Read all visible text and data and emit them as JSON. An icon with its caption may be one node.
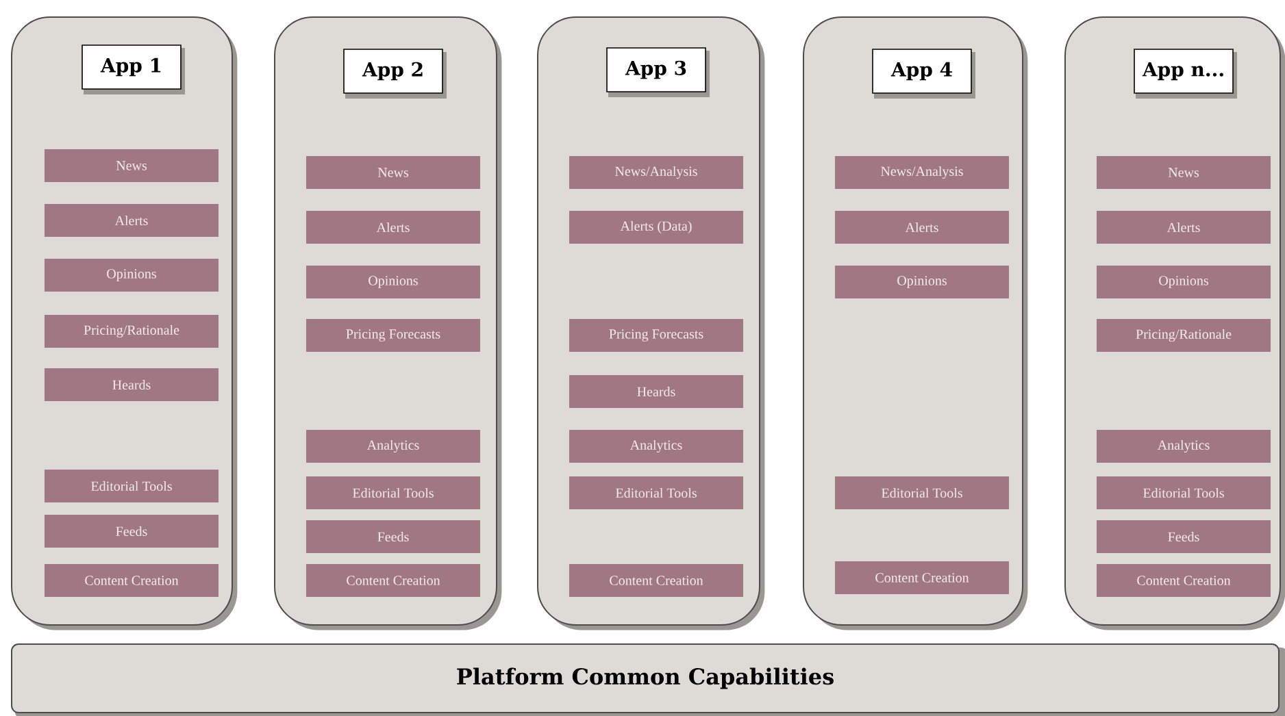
{
  "diagram": {
    "nodes": [
      {
        "text": [],
        "shape": "box"
      },
      {
        "text": [
          "App 1"
        ],
        "in": 0
      },
      {
        "text": [
          "News"
        ],
        "in": 0
      },
      {
        "text": [
          "Alerts"
        ],
        "in": 0
      },
      {
        "text": [
          "Opinions"
        ],
        "in": 0
      },
      {
        "text": [
          "Pricing/Rationale"
        ],
        "in": 0
      },
      {
        "text": [
          "Heards"
        ],
        "in": 0
      },
      {
        "text": [
          "Editorial Tools"
        ],
        "in": 0
      },
      {
        "text": [
          "Feeds"
        ],
        "in": 0
      },
      {
        "text": [
          "Content Creation"
        ],
        "in": 0
      },
      {
        "text": [],
        "shape": "box"
      },
      {
        "text": [
          "App 2"
        ],
        "in": 10
      },
      {
        "text": [
          "News"
        ],
        "in": 10
      },
      {
        "text": [
          "Alerts"
        ],
        "in": 10
      },
      {
        "text": [
          "Opinions"
        ],
        "in": 10
      },
      {
        "text": [
          "Pricing Forecasts"
        ],
        "in": 10
      },
      {
        "text": [
          "Analytics"
        ],
        "in": 10
      },
      {
        "text": [
          "Editorial Tools"
        ],
        "in": 10
      },
      {
        "text": [
          "Feeds"
        ],
        "in": 10
      },
      {
        "text": [
          "Content Creation"
        ],
        "in": 10
      },
      {
        "text": [],
        "shape": "box"
      },
      {
        "text": [
          "App 3"
        ],
        "in": 20
      },
      {
        "text": [
          "News/Analysis"
        ],
        "in": 20
      },
      {
        "text": [
          "Alerts (Data)"
        ],
        "in": 20
      },
      {
        "text": [
          "Pricing Forecasts"
        ],
        "in": 20
      },
      {
        "text": [
          "Heards"
        ],
        "in": 20
      },
      {
        "text": [
          "Analytics"
        ],
        "in": 20
      },
      {
        "text": [
          "Editorial Tools"
        ],
        "in": 20
      },
      {
        "text": [
          "Content Creation"
        ],
        "in": 20
      },
      {
        "text": [],
        "shape": "box"
      },
      {
        "text": [
          "App 4"
        ],
        "in": 29
      },
      {
        "text": [
          "News/Analysis"
        ],
        "in": 29
      },
      {
        "text": [
          "Alerts"
        ],
        "in": 29
      },
      {
        "text": [
          "Opinions"
        ],
        "in": 29
      },
      {
        "text": [
          "Editorial Tools"
        ],
        "in": 29
      },
      {
        "text": [
          "Content Creation"
        ],
        "in": 29
      },
      {
        "text": [],
        "shape": "box"
      },
      {
        "text": [
          "App n..."
        ],
        "in": 36
      },
      {
        "text": [
          "News"
        ],
        "in": 36
      },
      {
        "text": [
          "Alerts"
        ],
        "in": 36
      },
      {
        "text": [
          "Opinions"
        ],
        "in": 36
      },
      {
        "text": [
          "Pricing/Rationale"
        ],
        "in": 36
      },
      {
        "text": [
          "Analytics"
        ],
        "in": 36
      },
      {
        "text": [
          "Editorial Tools"
        ],
        "in": 36
      },
      {
        "text": [
          "Feeds"
        ],
        "in": 36
      },
      {
        "text": [
          "Content Creation"
        ],
        "in": 36
      },
      {
        "text": [
          "Platform Common Capabilities"
        ]
      }
    ]
  }
}
